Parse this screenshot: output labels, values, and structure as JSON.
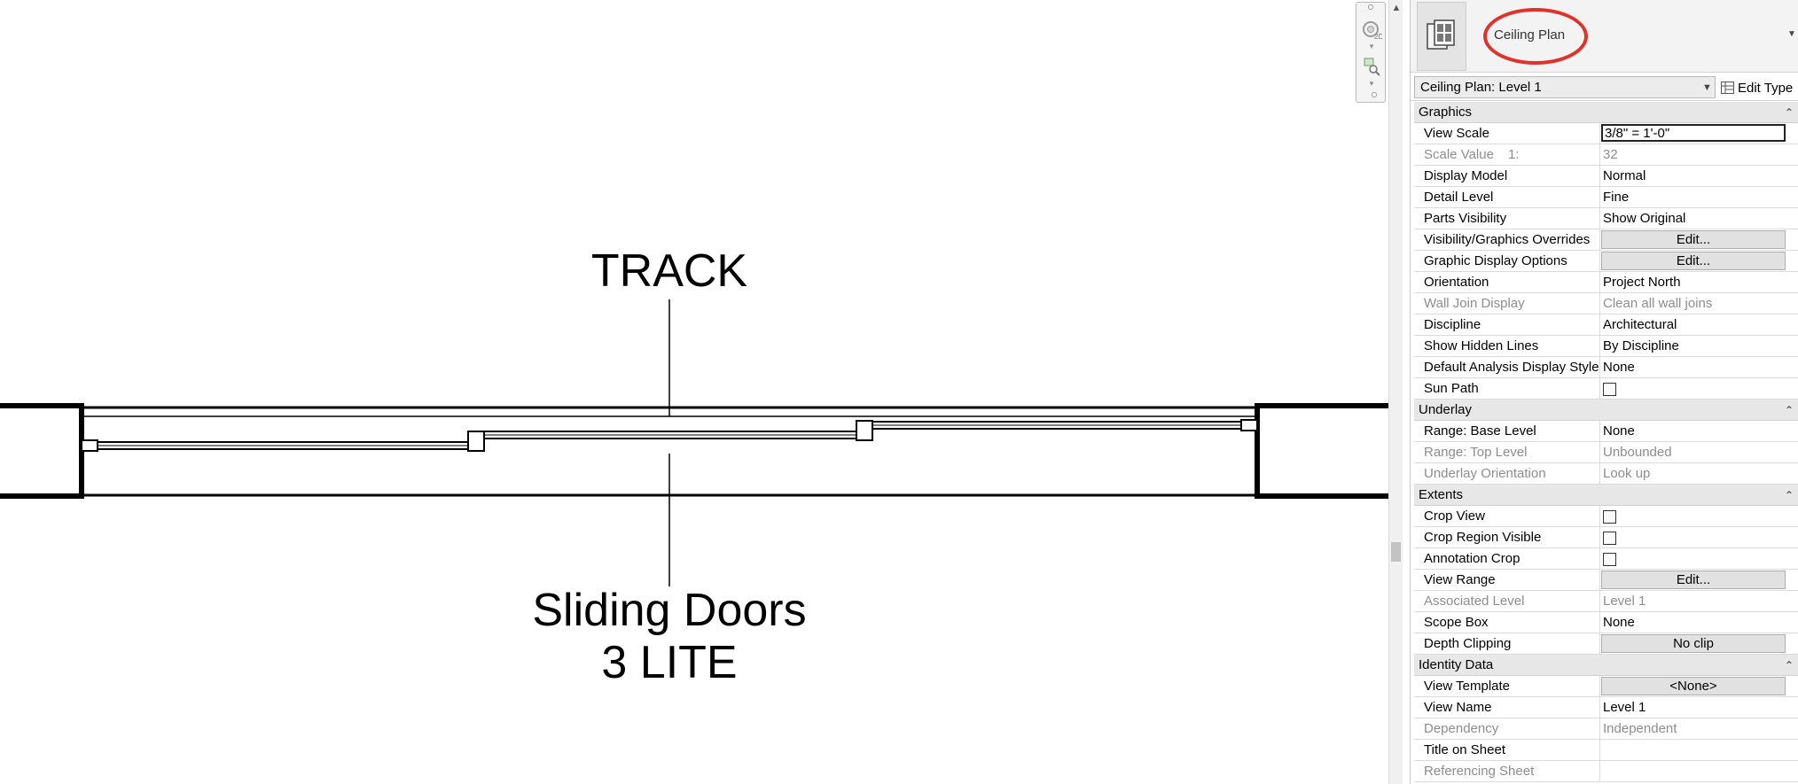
{
  "canvas": {
    "annotation_track": "TRACK",
    "annotation_door_line1": "Sliding Doors",
    "annotation_door_line2": "3 LITE"
  },
  "properties": {
    "type_selector": {
      "name": "Ceiling Plan"
    },
    "instance_selector": "Ceiling Plan: Level 1",
    "edit_type": "Edit Type",
    "groups": [
      {
        "name": "Graphics",
        "rows": [
          {
            "label": "View Scale",
            "value": "3/8\" = 1'-0\"",
            "kind": "input"
          },
          {
            "label": "Scale Value",
            "label_suffix": "1:",
            "value": "32",
            "kind": "readonly"
          },
          {
            "label": "Display Model",
            "value": "Normal",
            "kind": "text"
          },
          {
            "label": "Detail Level",
            "value": "Fine",
            "kind": "text"
          },
          {
            "label": "Parts Visibility",
            "value": "Show Original",
            "kind": "text"
          },
          {
            "label": "Visibility/Graphics Overrides",
            "value": "Edit...",
            "kind": "button"
          },
          {
            "label": "Graphic Display Options",
            "value": "Edit...",
            "kind": "button"
          },
          {
            "label": "Orientation",
            "value": "Project North",
            "kind": "text"
          },
          {
            "label": "Wall Join Display",
            "value": "Clean all wall joins",
            "kind": "readonly"
          },
          {
            "label": "Discipline",
            "value": "Architectural",
            "kind": "text"
          },
          {
            "label": "Show Hidden Lines",
            "value": "By Discipline",
            "kind": "text"
          },
          {
            "label": "Default Analysis Display Style",
            "value": "None",
            "kind": "text"
          },
          {
            "label": "Sun Path",
            "value": "",
            "kind": "checkbox"
          }
        ]
      },
      {
        "name": "Underlay",
        "rows": [
          {
            "label": "Range: Base Level",
            "value": "None",
            "kind": "text"
          },
          {
            "label": "Range: Top Level",
            "value": "Unbounded",
            "kind": "readonly"
          },
          {
            "label": "Underlay Orientation",
            "value": "Look up",
            "kind": "readonly"
          }
        ]
      },
      {
        "name": "Extents",
        "rows": [
          {
            "label": "Crop View",
            "value": "",
            "kind": "checkbox"
          },
          {
            "label": "Crop Region Visible",
            "value": "",
            "kind": "checkbox"
          },
          {
            "label": "Annotation Crop",
            "value": "",
            "kind": "checkbox"
          },
          {
            "label": "View Range",
            "value": "Edit...",
            "kind": "button"
          },
          {
            "label": "Associated Level",
            "value": "Level 1",
            "kind": "readonly"
          },
          {
            "label": "Scope Box",
            "value": "None",
            "kind": "text"
          },
          {
            "label": "Depth Clipping",
            "value": "No clip",
            "kind": "button"
          }
        ]
      },
      {
        "name": "Identity Data",
        "rows": [
          {
            "label": "View Template",
            "value": "<None>",
            "kind": "button"
          },
          {
            "label": "View Name",
            "value": "Level 1",
            "kind": "text"
          },
          {
            "label": "Dependency",
            "value": "Independent",
            "kind": "readonly"
          },
          {
            "label": "Title on Sheet",
            "value": "",
            "kind": "text"
          },
          {
            "label": "Referencing Sheet",
            "value": "",
            "kind": "readonly"
          }
        ]
      }
    ]
  },
  "icons": {
    "collapse": "chevron-up-icon",
    "dropdown": "chevron-down-icon",
    "type": "ceiling-plan-view-icon"
  },
  "colors": {
    "highlight_circle": "#e0322b",
    "category_bg": "#e7e7e7",
    "readonly_text": "#8d8d8d"
  }
}
